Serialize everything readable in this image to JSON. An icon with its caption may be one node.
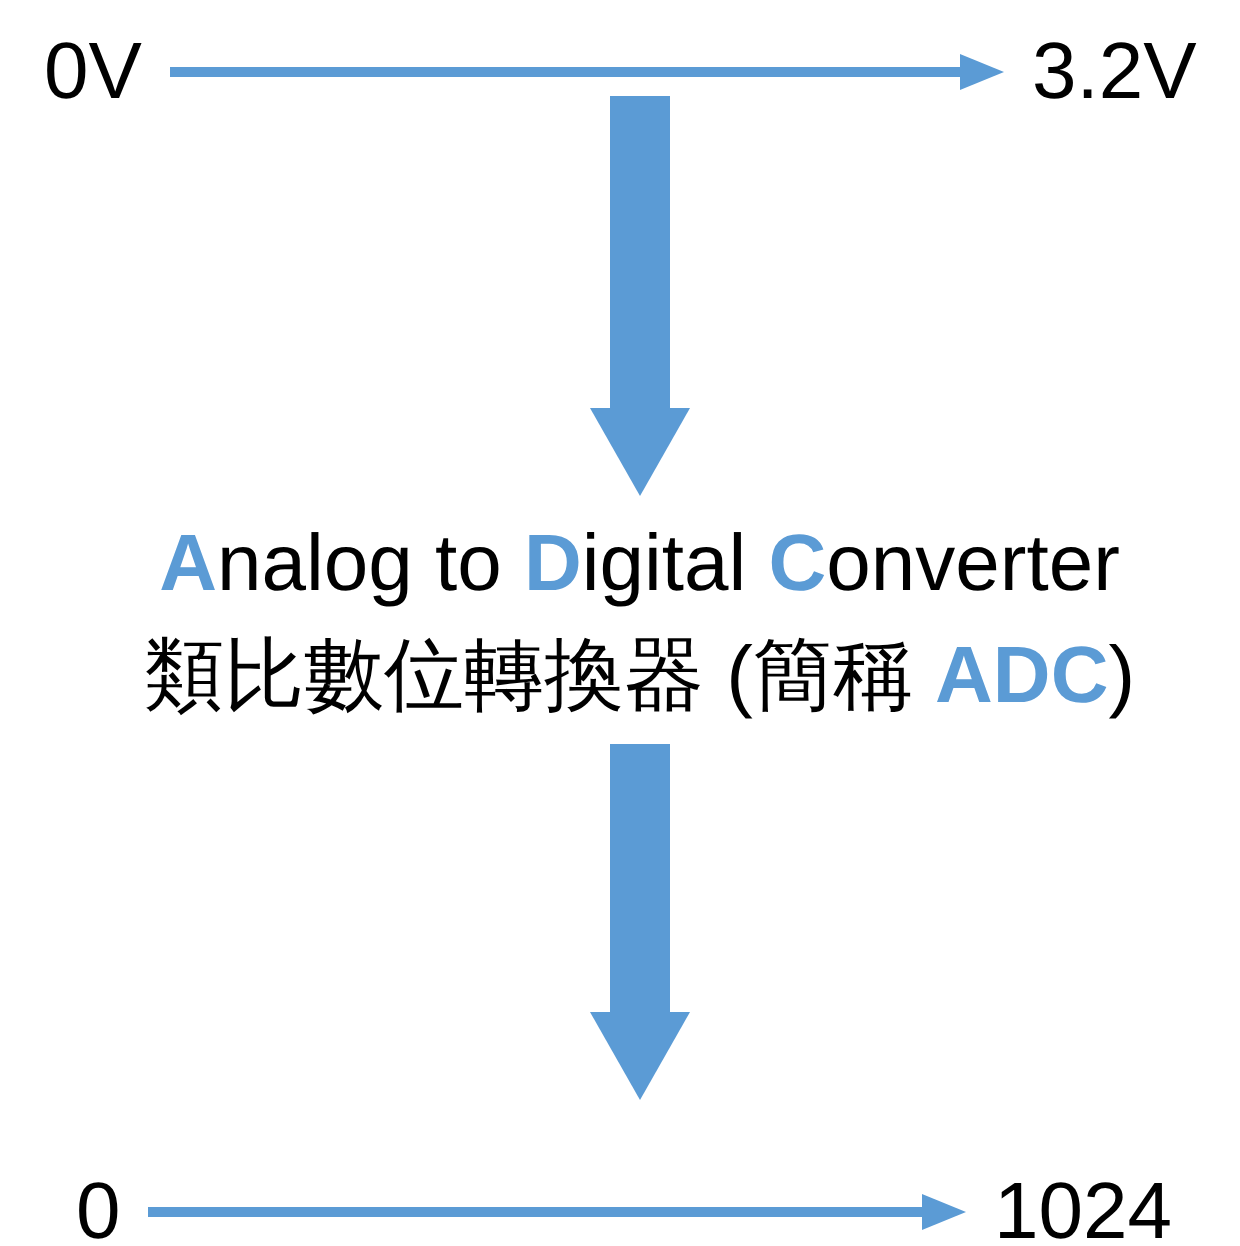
{
  "diagram": {
    "nodes": [
      {
        "text": [
          "0V"
        ]
      },
      {
        "text": [
          "3.2V"
        ]
      },
      {
        "text": [
          "**A**nalog to **D**igital **C**onverter",
          "類比數位轉換器 (簡稱 **ADC**)"
        ]
      },
      {
        "text": [
          "0"
        ]
      },
      {
        "text": [
          "1024"
        ]
      }
    ],
    "edges": [
      {
        "from": 0,
        "to": 1,
        "arrow": "to"
      },
      {
        "from": null,
        "to": 2,
        "arrow": "to",
        "style": "thick"
      },
      {
        "from": 2,
        "to": null,
        "arrow": "to",
        "style": "thick"
      },
      {
        "from": 3,
        "to": 4,
        "arrow": "to"
      }
    ]
  }
}
